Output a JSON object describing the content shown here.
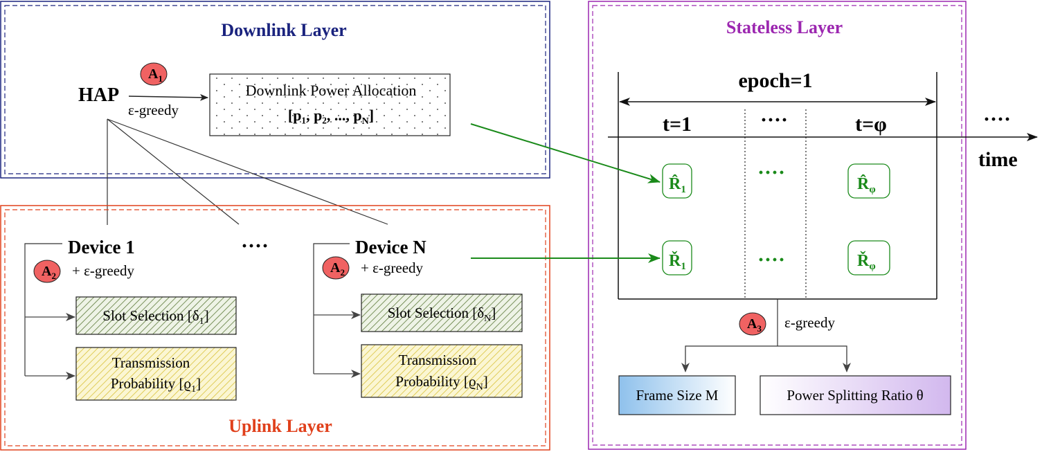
{
  "colors": {
    "downlink": "#1a237e",
    "uplink": "#e0401b",
    "stateless": "#9c27b0",
    "green": "#1a8a1a",
    "agent_fill": "#f06262",
    "slot_hatch": "#5d7a3a",
    "slot_bg": "#eef3e6",
    "trans_hatch": "#d9c23a",
    "trans_bg": "#fbf6d3",
    "frame_grad": "#8fc1ec",
    "power_grad": "#d2b8ee"
  },
  "layers": {
    "downlink": "Downlink Layer",
    "uplink": "Uplink Layer",
    "stateless": "Stateless Layer"
  },
  "hap": {
    "label": "HAP",
    "greedy": "ε-greedy",
    "agent": {
      "letter": "A",
      "sub": "1"
    },
    "allocation_title": "Downlink Power Allocation",
    "allocation_vector": "[p₁, p₂, ..., p",
    "allocation_vector_sub": "N",
    "allocation_vector_end": "]"
  },
  "devices": [
    {
      "label": "Device 1",
      "agent": {
        "letter": "A",
        "sub": "2"
      },
      "greedy": "+ ε-greedy",
      "slot_text": "Slot Selection  [δ",
      "slot_sub": "1",
      "trans_line1": "Transmission",
      "trans_line2": "Probability [ϱ",
      "trans_sub": "1"
    },
    {
      "label": "Device N",
      "agent": {
        "letter": "A",
        "sub": "2"
      },
      "greedy": "+ ε-greedy",
      "slot_text": "Slot Selection  [δ",
      "slot_sub": "N",
      "trans_line1": "Transmission",
      "trans_line2": "Probability [ϱ",
      "trans_sub": "N"
    }
  ],
  "devices_ellipsis": "····",
  "stateless": {
    "epoch": "epoch=1",
    "t_first": "t=1",
    "t_last": "t=φ",
    "t_ellipsis": "····",
    "time_ellipsis": "····",
    "time_label": "time",
    "row_ellipsis": "····",
    "rewards": [
      {
        "base": "R̂",
        "sub": "1"
      },
      {
        "base": "R̂",
        "sub": "φ"
      },
      {
        "base": "Ř",
        "sub": "1"
      },
      {
        "base": "Ř",
        "sub": "φ"
      }
    ],
    "agent": {
      "letter": "A",
      "sub": "3"
    },
    "greedy": "ε-greedy",
    "frame_size": "Frame Size M",
    "power_ratio": "Power Splitting Ratio θ"
  }
}
